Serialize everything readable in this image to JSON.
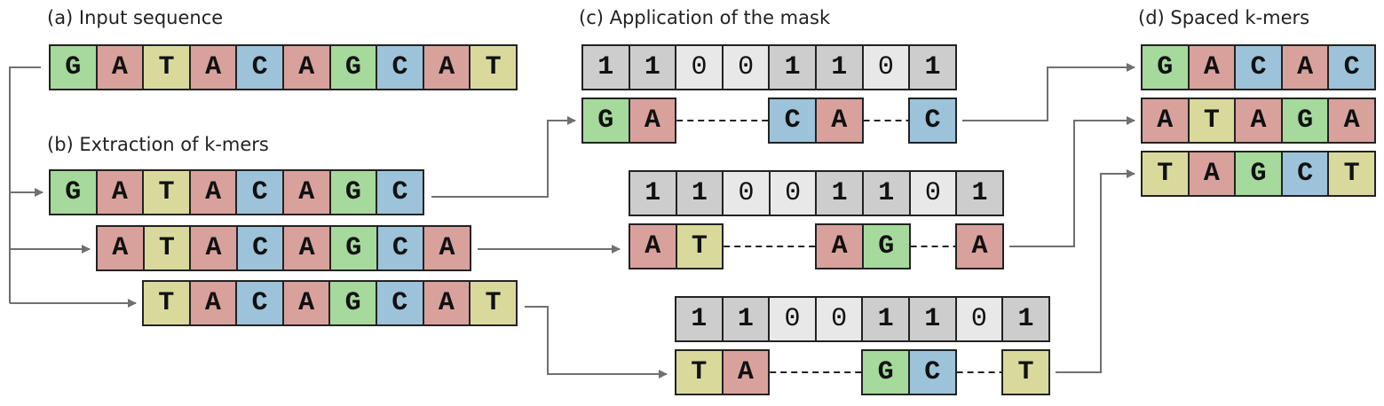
{
  "colors": {
    "A": "#d9a19c",
    "C": "#9cc3d9",
    "G": "#a6d99c",
    "T": "#d9d99c",
    "mask_one": "#cdcdcd",
    "mask_zero": "#e8e8e8",
    "arrow": "#707070"
  },
  "titles": {
    "a": "(a) Input sequence",
    "b": "(b) Extraction of k-mers",
    "c": "(c) Application of the mask",
    "d": "(d) Spaced k-mers"
  },
  "input_sequence": [
    "G",
    "A",
    "T",
    "A",
    "C",
    "A",
    "G",
    "C",
    "A",
    "T"
  ],
  "kmers": [
    [
      "G",
      "A",
      "T",
      "A",
      "C",
      "A",
      "G",
      "C"
    ],
    [
      "A",
      "T",
      "A",
      "C",
      "A",
      "G",
      "C",
      "A"
    ],
    [
      "T",
      "A",
      "C",
      "A",
      "G",
      "C",
      "A",
      "T"
    ]
  ],
  "mask": [
    "1",
    "1",
    "0",
    "0",
    "1",
    "1",
    "0",
    "1"
  ],
  "masked_kmers": [
    [
      "G",
      "A",
      "",
      "",
      "C",
      "A",
      "",
      "C"
    ],
    [
      "A",
      "T",
      "",
      "",
      "A",
      "G",
      "",
      "A"
    ],
    [
      "T",
      "A",
      "",
      "",
      "G",
      "C",
      "",
      "T"
    ]
  ],
  "spaced_kmers": [
    [
      "G",
      "A",
      "C",
      "A",
      "C"
    ],
    [
      "A",
      "T",
      "A",
      "G",
      "A"
    ],
    [
      "T",
      "A",
      "G",
      "C",
      "T"
    ]
  ]
}
